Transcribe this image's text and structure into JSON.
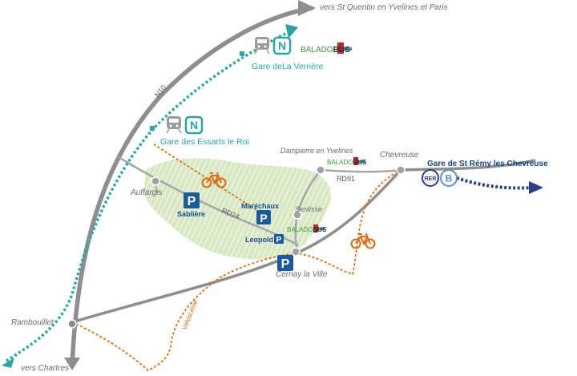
{
  "map": {
    "destinations": {
      "north": "vers St Quentin en Yvelines et Paris",
      "south": "vers Chartres"
    },
    "towns": {
      "rambouillet": "Rambouillet",
      "auffargis": "Auffargis",
      "dampierre": "Dampierre en Yvelines",
      "chevreuse": "Chevreuse",
      "senlisse": "Senlisse",
      "cernay": "Cernay la Ville"
    },
    "stations": {
      "la_verriere": "Gare deLa Verrière",
      "essarts": "Gare des Essarts le Roi",
      "st_remy": "Gare de St Rémy les Chevreuse"
    },
    "transit_badges": {
      "line_n": "N",
      "rer": "RER",
      "rer_line": "B"
    },
    "balado_bus": {
      "part1": "BALADO",
      "part2": "BUS"
    },
    "parkings": {
      "symbol": "P",
      "sabliere": "Sablière",
      "marechaux": "Maréchaux",
      "leopold": "Leopold"
    },
    "roads": {
      "n10": "N10",
      "rd24": "RD24",
      "rd91": "RD91"
    },
    "cycle_route": "Véloscénie",
    "colors": {
      "road": "#8e8e8e",
      "train_line_n": "#2ba6a0",
      "rer_b": "#2b3f8c",
      "cycle": "#e06a12",
      "forest": "#cfe3b7",
      "parking": "#1a5aa0"
    },
    "icons": [
      "train-icon",
      "bicycle-icon",
      "parking-icon",
      "rer-icon",
      "line-n-icon"
    ]
  }
}
